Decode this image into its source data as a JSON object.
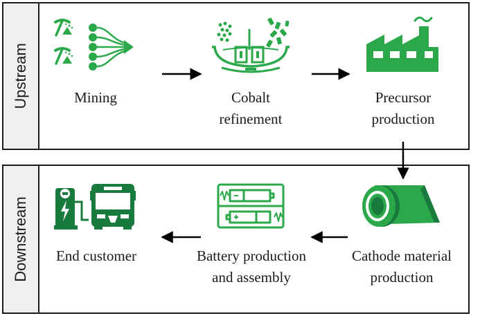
{
  "panels": {
    "upstream": {
      "label": "Upstream"
    },
    "downstream": {
      "label": "Downstream"
    }
  },
  "stages": {
    "mining": {
      "lines": [
        "Mining"
      ],
      "icon": "mining-icon"
    },
    "cobalt_refinement": {
      "lines": [
        "Cobalt",
        "refinement"
      ],
      "icon": "refinery-tank-icon"
    },
    "precursor_production": {
      "lines": [
        "Precursor",
        "production"
      ],
      "icon": "factory-icon"
    },
    "cathode_material_production": {
      "lines": [
        "Cathode material",
        "production"
      ],
      "icon": "material-roll-icon"
    },
    "battery_production_assembly": {
      "lines": [
        "Battery production",
        "and assembly"
      ],
      "icon": "battery-icon"
    },
    "end_customer": {
      "lines": [
        "End customer"
      ],
      "icon": "ev-charger-bus-icon"
    }
  },
  "flow_order": [
    "mining",
    "cobalt_refinement",
    "precursor_production",
    "cathode_material_production",
    "battery_production_assembly",
    "end_customer"
  ],
  "colors": {
    "icon_green": "#2aa84a",
    "icon_dark_green": "#197a3d",
    "panel_side": "#efefef",
    "border": "#1a1a1a"
  }
}
